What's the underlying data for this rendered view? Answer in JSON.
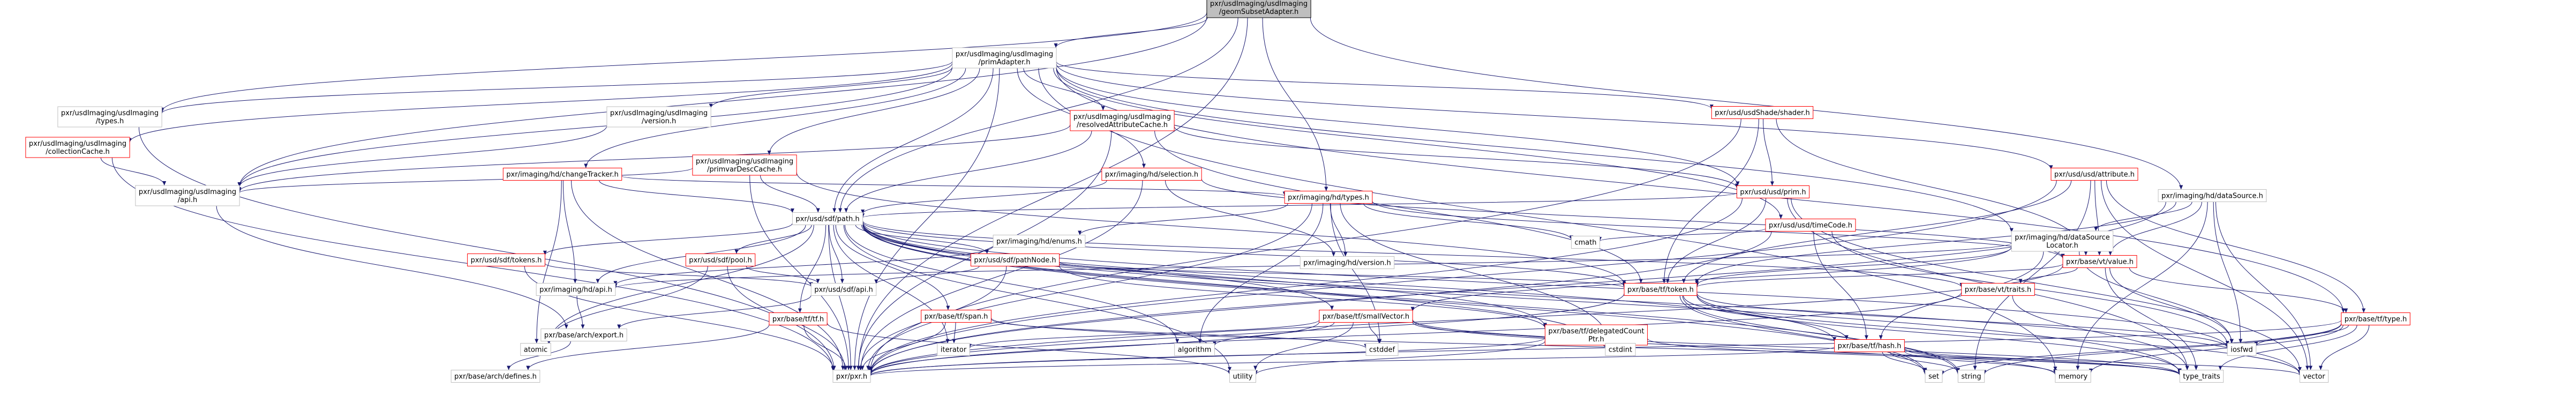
{
  "graph": {
    "nodes": [
      {
        "id": "root",
        "lines": [
          "pxr/usdImaging/usdImaging",
          "/geomSubsetAdapter.h"
        ],
        "style": "root"
      },
      {
        "id": "primAdapter",
        "lines": [
          "pxr/usdImaging/usdImaging",
          "/primAdapter.h"
        ],
        "style": "plain"
      },
      {
        "id": "usdImagingTypes",
        "lines": [
          "pxr/usdImaging/usdImaging",
          "/types.h"
        ],
        "style": "plain"
      },
      {
        "id": "collectionCache",
        "lines": [
          "pxr/usdImaging/usdImaging",
          "/collectionCache.h"
        ],
        "style": "red"
      },
      {
        "id": "usdImagingApi",
        "lines": [
          "pxr/usdImaging/usdImaging",
          "/api.h"
        ],
        "style": "plain"
      },
      {
        "id": "usdImagingVersion",
        "lines": [
          "pxr/usdImaging/usdImaging",
          "/version.h"
        ],
        "style": "plain"
      },
      {
        "id": "resolvedAttributeCache",
        "lines": [
          "pxr/usdImaging/usdImaging",
          "/resolvedAttributeCache.h"
        ],
        "style": "red"
      },
      {
        "id": "primvarDescCache",
        "lines": [
          "pxr/usdImaging/usdImaging",
          "/primvarDescCache.h"
        ],
        "style": "red"
      },
      {
        "id": "changeTracker",
        "lines": [
          "pxr/imaging/hd/changeTracker.h"
        ],
        "style": "red"
      },
      {
        "id": "hdSelection",
        "lines": [
          "pxr/imaging/hd/selection.h"
        ],
        "style": "red"
      },
      {
        "id": "hdTypes",
        "lines": [
          "pxr/imaging/hd/types.h"
        ],
        "style": "red"
      },
      {
        "id": "hdDataSource",
        "lines": [
          "pxr/imaging/hd/dataSource.h"
        ],
        "style": "plain"
      },
      {
        "id": "hdDataSourceLocator",
        "lines": [
          "pxr/imaging/hd/dataSource",
          "Locator.h"
        ],
        "style": "plain"
      },
      {
        "id": "hdEnums",
        "lines": [
          "pxr/imaging/hd/enums.h"
        ],
        "style": "plain"
      },
      {
        "id": "hdVersion",
        "lines": [
          "pxr/imaging/hd/version.h"
        ],
        "style": "plain"
      },
      {
        "id": "hdApi",
        "lines": [
          "pxr/imaging/hd/api.h"
        ],
        "style": "plain"
      },
      {
        "id": "shader",
        "lines": [
          "pxr/usd/usdShade/shader.h"
        ],
        "style": "red"
      },
      {
        "id": "usdPrim",
        "lines": [
          "pxr/usd/usd/prim.h"
        ],
        "style": "red"
      },
      {
        "id": "timeCode",
        "lines": [
          "pxr/usd/usd/timeCode.h"
        ],
        "style": "red"
      },
      {
        "id": "usdAttribute",
        "lines": [
          "pxr/usd/usd/attribute.h"
        ],
        "style": "red"
      },
      {
        "id": "sdfPath",
        "lines": [
          "pxr/usd/sdf/path.h"
        ],
        "style": "plain"
      },
      {
        "id": "sdfTokens",
        "lines": [
          "pxr/usd/sdf/tokens.h"
        ],
        "style": "red"
      },
      {
        "id": "sdfPool",
        "lines": [
          "pxr/usd/sdf/pool.h"
        ],
        "style": "red"
      },
      {
        "id": "sdfPathNode",
        "lines": [
          "pxr/usd/sdf/pathNode.h"
        ],
        "style": "red"
      },
      {
        "id": "sdfApi",
        "lines": [
          "pxr/usd/sdf/api.h"
        ],
        "style": "plain"
      },
      {
        "id": "vtValue",
        "lines": [
          "pxr/base/vt/value.h"
        ],
        "style": "red"
      },
      {
        "id": "vtTraits",
        "lines": [
          "pxr/base/vt/traits.h"
        ],
        "style": "red"
      },
      {
        "id": "tfToken",
        "lines": [
          "pxr/base/tf/token.h"
        ],
        "style": "red"
      },
      {
        "id": "tfType",
        "lines": [
          "pxr/base/tf/type.h"
        ],
        "style": "red"
      },
      {
        "id": "tfSmallVector",
        "lines": [
          "pxr/base/tf/smallVector.h"
        ],
        "style": "red"
      },
      {
        "id": "tfHash",
        "lines": [
          "pxr/base/tf/hash.h"
        ],
        "style": "red"
      },
      {
        "id": "tfDelegatedCountPtr",
        "lines": [
          "pxr/base/tf/delegatedCount",
          "Ptr.h"
        ],
        "style": "red"
      },
      {
        "id": "tfSpan",
        "lines": [
          "pxr/base/tf/span.h"
        ],
        "style": "red"
      },
      {
        "id": "tfTf",
        "lines": [
          "pxr/base/tf/tf.h"
        ],
        "style": "red"
      },
      {
        "id": "archExport",
        "lines": [
          "pxr/base/arch/export.h"
        ],
        "style": "plain"
      },
      {
        "id": "archDefines",
        "lines": [
          "pxr/base/arch/defines.h"
        ],
        "style": "plain"
      },
      {
        "id": "pxr",
        "lines": [
          "pxr/pxr.h"
        ],
        "style": "plain"
      },
      {
        "id": "cmath",
        "lines": [
          "cmath"
        ],
        "style": "plain"
      },
      {
        "id": "cstddef",
        "lines": [
          "cstddef"
        ],
        "style": "plain"
      },
      {
        "id": "cstdint",
        "lines": [
          "cstdint"
        ],
        "style": "plain"
      },
      {
        "id": "atomic",
        "lines": [
          "atomic"
        ],
        "style": "plain"
      },
      {
        "id": "iterator",
        "lines": [
          "iterator"
        ],
        "style": "plain"
      },
      {
        "id": "algorithm",
        "lines": [
          "algorithm"
        ],
        "style": "plain"
      },
      {
        "id": "utility",
        "lines": [
          "utility"
        ],
        "style": "plain"
      },
      {
        "id": "set",
        "lines": [
          "set"
        ],
        "style": "plain"
      },
      {
        "id": "string",
        "lines": [
          "string"
        ],
        "style": "plain"
      },
      {
        "id": "memory",
        "lines": [
          "memory"
        ],
        "style": "plain"
      },
      {
        "id": "typeTraits",
        "lines": [
          "type_traits"
        ],
        "style": "plain"
      },
      {
        "id": "vector",
        "lines": [
          "vector"
        ],
        "style": "plain"
      },
      {
        "id": "iosfwd",
        "lines": [
          "iosfwd"
        ],
        "style": "plain"
      }
    ],
    "edges": [
      [
        "root",
        "primAdapter"
      ],
      [
        "root",
        "usdImagingTypes"
      ],
      [
        "root",
        "usdImagingApi"
      ],
      [
        "root",
        "sdfPath"
      ],
      [
        "root",
        "hdTypes"
      ],
      [
        "root",
        "hdDataSource"
      ],
      [
        "root",
        "pxr"
      ],
      [
        "primAdapter",
        "usdImagingTypes"
      ],
      [
        "primAdapter",
        "collectionCache"
      ],
      [
        "primAdapter",
        "usdImagingApi"
      ],
      [
        "primAdapter",
        "usdImagingVersion"
      ],
      [
        "primAdapter",
        "resolvedAttributeCache"
      ],
      [
        "primAdapter",
        "primvarDescCache"
      ],
      [
        "primAdapter",
        "changeTracker"
      ],
      [
        "primAdapter",
        "hdSelection"
      ],
      [
        "primAdapter",
        "shader"
      ],
      [
        "primAdapter",
        "usdPrim"
      ],
      [
        "primAdapter",
        "timeCode"
      ],
      [
        "primAdapter",
        "usdAttribute"
      ],
      [
        "primAdapter",
        "sdfPath"
      ],
      [
        "primAdapter",
        "tfType"
      ],
      [
        "primAdapter",
        "hdDataSourceLocator"
      ],
      [
        "primAdapter",
        "pxr"
      ],
      [
        "primAdapter",
        "memory"
      ],
      [
        "usdImagingTypes",
        "pxr"
      ],
      [
        "collectionCache",
        "usdImagingApi"
      ],
      [
        "collectionCache",
        "pxr"
      ],
      [
        "usdImagingApi",
        "archExport"
      ],
      [
        "usdImagingVersion",
        "usdImagingApi"
      ],
      [
        "resolvedAttributeCache",
        "usdPrim"
      ],
      [
        "resolvedAttributeCache",
        "sdfPath"
      ],
      [
        "resolvedAttributeCache",
        "tfToken"
      ],
      [
        "resolvedAttributeCache",
        "pxr"
      ],
      [
        "resolvedAttributeCache",
        "usdImagingApi"
      ],
      [
        "primvarDescCache",
        "sdfPath"
      ],
      [
        "primvarDescCache",
        "tfToken"
      ],
      [
        "primvarDescCache",
        "pxr"
      ],
      [
        "primvarDescCache",
        "usdImagingApi"
      ],
      [
        "changeTracker",
        "sdfPath"
      ],
      [
        "changeTracker",
        "hdTypes"
      ],
      [
        "changeTracker",
        "hdApi"
      ],
      [
        "changeTracker",
        "atomic"
      ],
      [
        "changeTracker",
        "pxr"
      ],
      [
        "hdSelection",
        "sdfPath"
      ],
      [
        "hdSelection",
        "hdVersion"
      ],
      [
        "hdSelection",
        "vtValue"
      ],
      [
        "hdSelection",
        "pxr"
      ],
      [
        "hdTypes",
        "hdEnums"
      ],
      [
        "hdTypes",
        "hdVersion"
      ],
      [
        "hdTypes",
        "vtValue"
      ],
      [
        "hdTypes",
        "cmath"
      ],
      [
        "hdTypes",
        "cstddef"
      ],
      [
        "hdTypes",
        "cstdint"
      ],
      [
        "hdTypes",
        "algorithm"
      ],
      [
        "hdTypes",
        "pxr"
      ],
      [
        "hdDataSource",
        "hdDataSourceLocator"
      ],
      [
        "hdDataSource",
        "vtValue"
      ],
      [
        "hdDataSource",
        "tfToken"
      ],
      [
        "hdDataSource",
        "iosfwd"
      ],
      [
        "hdDataSource",
        "vector"
      ],
      [
        "hdDataSource",
        "memory"
      ],
      [
        "hdDataSource",
        "pxr"
      ],
      [
        "hdDataSourceLocator",
        "tfSmallVector"
      ],
      [
        "hdDataSourceLocator",
        "tfToken"
      ],
      [
        "hdDataSourceLocator",
        "tfHash"
      ],
      [
        "hdDataSourceLocator",
        "hdApi"
      ],
      [
        "hdDataSourceLocator",
        "iosfwd"
      ],
      [
        "hdEnums",
        "hdApi"
      ],
      [
        "hdApi",
        "archExport"
      ],
      [
        "shader",
        "usdPrim"
      ],
      [
        "shader",
        "tfToken"
      ],
      [
        "shader",
        "vtValue"
      ],
      [
        "shader",
        "pxr"
      ],
      [
        "usdPrim",
        "sdfPath"
      ],
      [
        "usdPrim",
        "tfToken"
      ],
      [
        "usdPrim",
        "pxr"
      ],
      [
        "usdPrim",
        "vector"
      ],
      [
        "usdPrim",
        "typeTraits"
      ],
      [
        "timeCode",
        "tfHash"
      ],
      [
        "timeCode",
        "cmath"
      ],
      [
        "timeCode",
        "iosfwd"
      ],
      [
        "timeCode",
        "pxr"
      ],
      [
        "usdAttribute",
        "vtValue"
      ],
      [
        "usdAttribute",
        "tfToken"
      ],
      [
        "usdAttribute",
        "tfType"
      ],
      [
        "usdAttribute",
        "vector"
      ],
      [
        "usdAttribute",
        "string"
      ],
      [
        "usdAttribute",
        "pxr"
      ],
      [
        "sdfPath",
        "sdfTokens"
      ],
      [
        "sdfPath",
        "sdfPool"
      ],
      [
        "sdfPath",
        "sdfPathNode"
      ],
      [
        "sdfPath",
        "sdfApi"
      ],
      [
        "sdfPath",
        "tfToken"
      ],
      [
        "sdfPath",
        "tfSpan"
      ],
      [
        "sdfPath",
        "tfTf"
      ],
      [
        "sdfPath",
        "tfHash"
      ],
      [
        "sdfPath",
        "vtTraits"
      ],
      [
        "sdfPath",
        "tfDelegatedCountPtr"
      ],
      [
        "sdfPath",
        "tfSmallVector"
      ],
      [
        "sdfPath",
        "hdApi"
      ],
      [
        "sdfPath",
        "pxr"
      ],
      [
        "sdfPath",
        "algorithm"
      ],
      [
        "sdfPath",
        "iterator"
      ],
      [
        "sdfPath",
        "set"
      ],
      [
        "sdfPath",
        "string"
      ],
      [
        "sdfPath",
        "typeTraits"
      ],
      [
        "sdfPath",
        "utility"
      ],
      [
        "sdfPath",
        "vector"
      ],
      [
        "sdfPath",
        "iosfwd"
      ],
      [
        "sdfPath",
        "atomic"
      ],
      [
        "sdfPath",
        "cstdint"
      ],
      [
        "sdfTokens",
        "sdfApi"
      ],
      [
        "sdfTokens",
        "pxr"
      ],
      [
        "sdfPool",
        "sdfApi"
      ],
      [
        "sdfPool",
        "atomic"
      ],
      [
        "sdfPool",
        "pxr"
      ],
      [
        "sdfPathNode",
        "sdfApi"
      ],
      [
        "sdfPathNode",
        "tfToken"
      ],
      [
        "sdfPathNode",
        "tfDelegatedCountPtr"
      ],
      [
        "sdfPathNode",
        "pxr"
      ],
      [
        "sdfApi",
        "archExport"
      ],
      [
        "archExport",
        "archDefines"
      ],
      [
        "vtValue",
        "vtTraits"
      ],
      [
        "vtValue",
        "tfToken"
      ],
      [
        "vtValue",
        "tfType"
      ],
      [
        "vtValue",
        "iosfwd"
      ],
      [
        "vtValue",
        "typeTraits"
      ],
      [
        "vtValue",
        "pxr"
      ],
      [
        "vtTraits",
        "pxr"
      ],
      [
        "vtTraits",
        "typeTraits"
      ],
      [
        "tfToken",
        "tfHash"
      ],
      [
        "tfToken",
        "pxr"
      ],
      [
        "tfToken",
        "iosfwd"
      ],
      [
        "tfToken",
        "vector"
      ],
      [
        "tfToken",
        "string"
      ],
      [
        "tfToken",
        "set"
      ],
      [
        "tfToken",
        "typeTraits"
      ],
      [
        "tfType",
        "pxr"
      ],
      [
        "tfType",
        "iosfwd"
      ],
      [
        "tfType",
        "memory"
      ],
      [
        "tfType",
        "set"
      ],
      [
        "tfType",
        "string"
      ],
      [
        "tfType",
        "vector"
      ],
      [
        "tfType",
        "typeTraits"
      ],
      [
        "tfSmallVector",
        "pxr"
      ],
      [
        "tfSmallVector",
        "algorithm"
      ],
      [
        "tfSmallVector",
        "cstddef"
      ],
      [
        "tfSmallVector",
        "cstdint"
      ],
      [
        "tfSmallVector",
        "iterator"
      ],
      [
        "tfSmallVector",
        "memory"
      ],
      [
        "tfSmallVector",
        "typeTraits"
      ],
      [
        "tfSmallVector",
        "utility"
      ],
      [
        "tfHash",
        "pxr"
      ],
      [
        "tfHash",
        "memory"
      ],
      [
        "tfHash",
        "string"
      ],
      [
        "tfHash",
        "typeTraits"
      ],
      [
        "tfHash",
        "vector"
      ],
      [
        "tfHash",
        "set"
      ],
      [
        "tfDelegatedCountPtr",
        "pxr"
      ],
      [
        "tfDelegatedCountPtr",
        "utility"
      ],
      [
        "tfDelegatedCountPtr",
        "typeTraits"
      ],
      [
        "tfSpan",
        "pxr"
      ],
      [
        "tfSpan",
        "cstddef"
      ],
      [
        "tfSpan",
        "iterator"
      ],
      [
        "tfSpan",
        "typeTraits"
      ],
      [
        "tfTf",
        "pxr"
      ],
      [
        "tfTf",
        "archDefines"
      ],
      [
        "tfTf",
        "utility"
      ]
    ]
  }
}
